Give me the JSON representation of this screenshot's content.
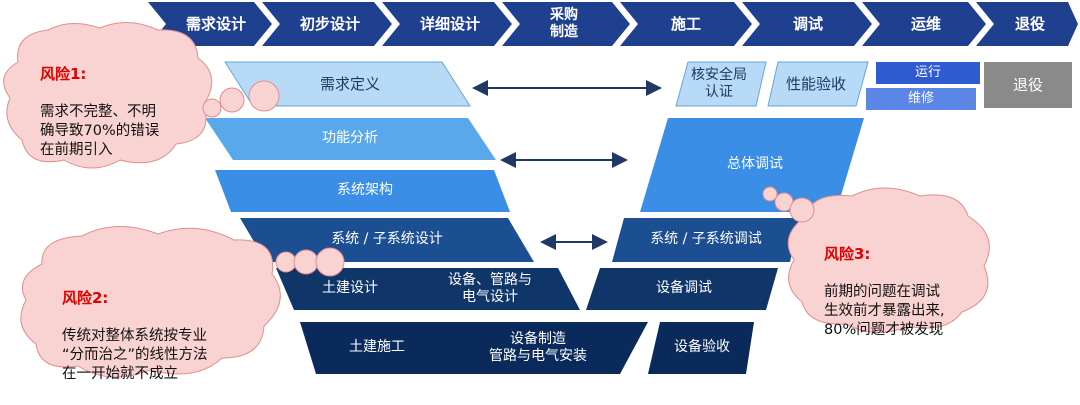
{
  "phases": [
    "需求设计",
    "初步设计",
    "详细设计",
    "采购\n制造",
    "施工",
    "调试",
    "运维",
    "退役"
  ],
  "left_stages": [
    "需求定义",
    "功能分析",
    "系统架构",
    "系统 / 子系统设计",
    "土建设计",
    "设备、管路与\n电气设计",
    "土建施工",
    "设备制造\n管路与电气安装"
  ],
  "right_stages": [
    "核安全局\n认证",
    "性能验收",
    "总体调试",
    "系统 / 子系统调试",
    "设备调试",
    "设备验收"
  ],
  "ops": {
    "run": "运行",
    "maintain": "维修",
    "retire": "退役"
  },
  "risks": [
    {
      "title": "风险1:",
      "body": "需求不完整、不明\n确导致70%的错误\n在前期引入"
    },
    {
      "title": "风险2:",
      "body": "传统对整体系统按专业\n“分而治之”的线性方法\n在一开始就不成立"
    },
    {
      "title": "风险3:",
      "body": "前期的问题在调试\n生效前才暴露出来,\n80%问题才被发现"
    }
  ],
  "colors": {
    "phase_bar": "#1f3f8f",
    "light_blue": "#b7dbf7",
    "mid_blue": "#5aa8ec",
    "blue": "#3a8ee6",
    "dark_blue": "#0f3569",
    "navy": "#0b2a5c",
    "ops_blue": "#3f6fd6",
    "retire_gray": "#8a8a8a",
    "bubble": "#f9d2d2",
    "risk_red": "#e00000"
  }
}
